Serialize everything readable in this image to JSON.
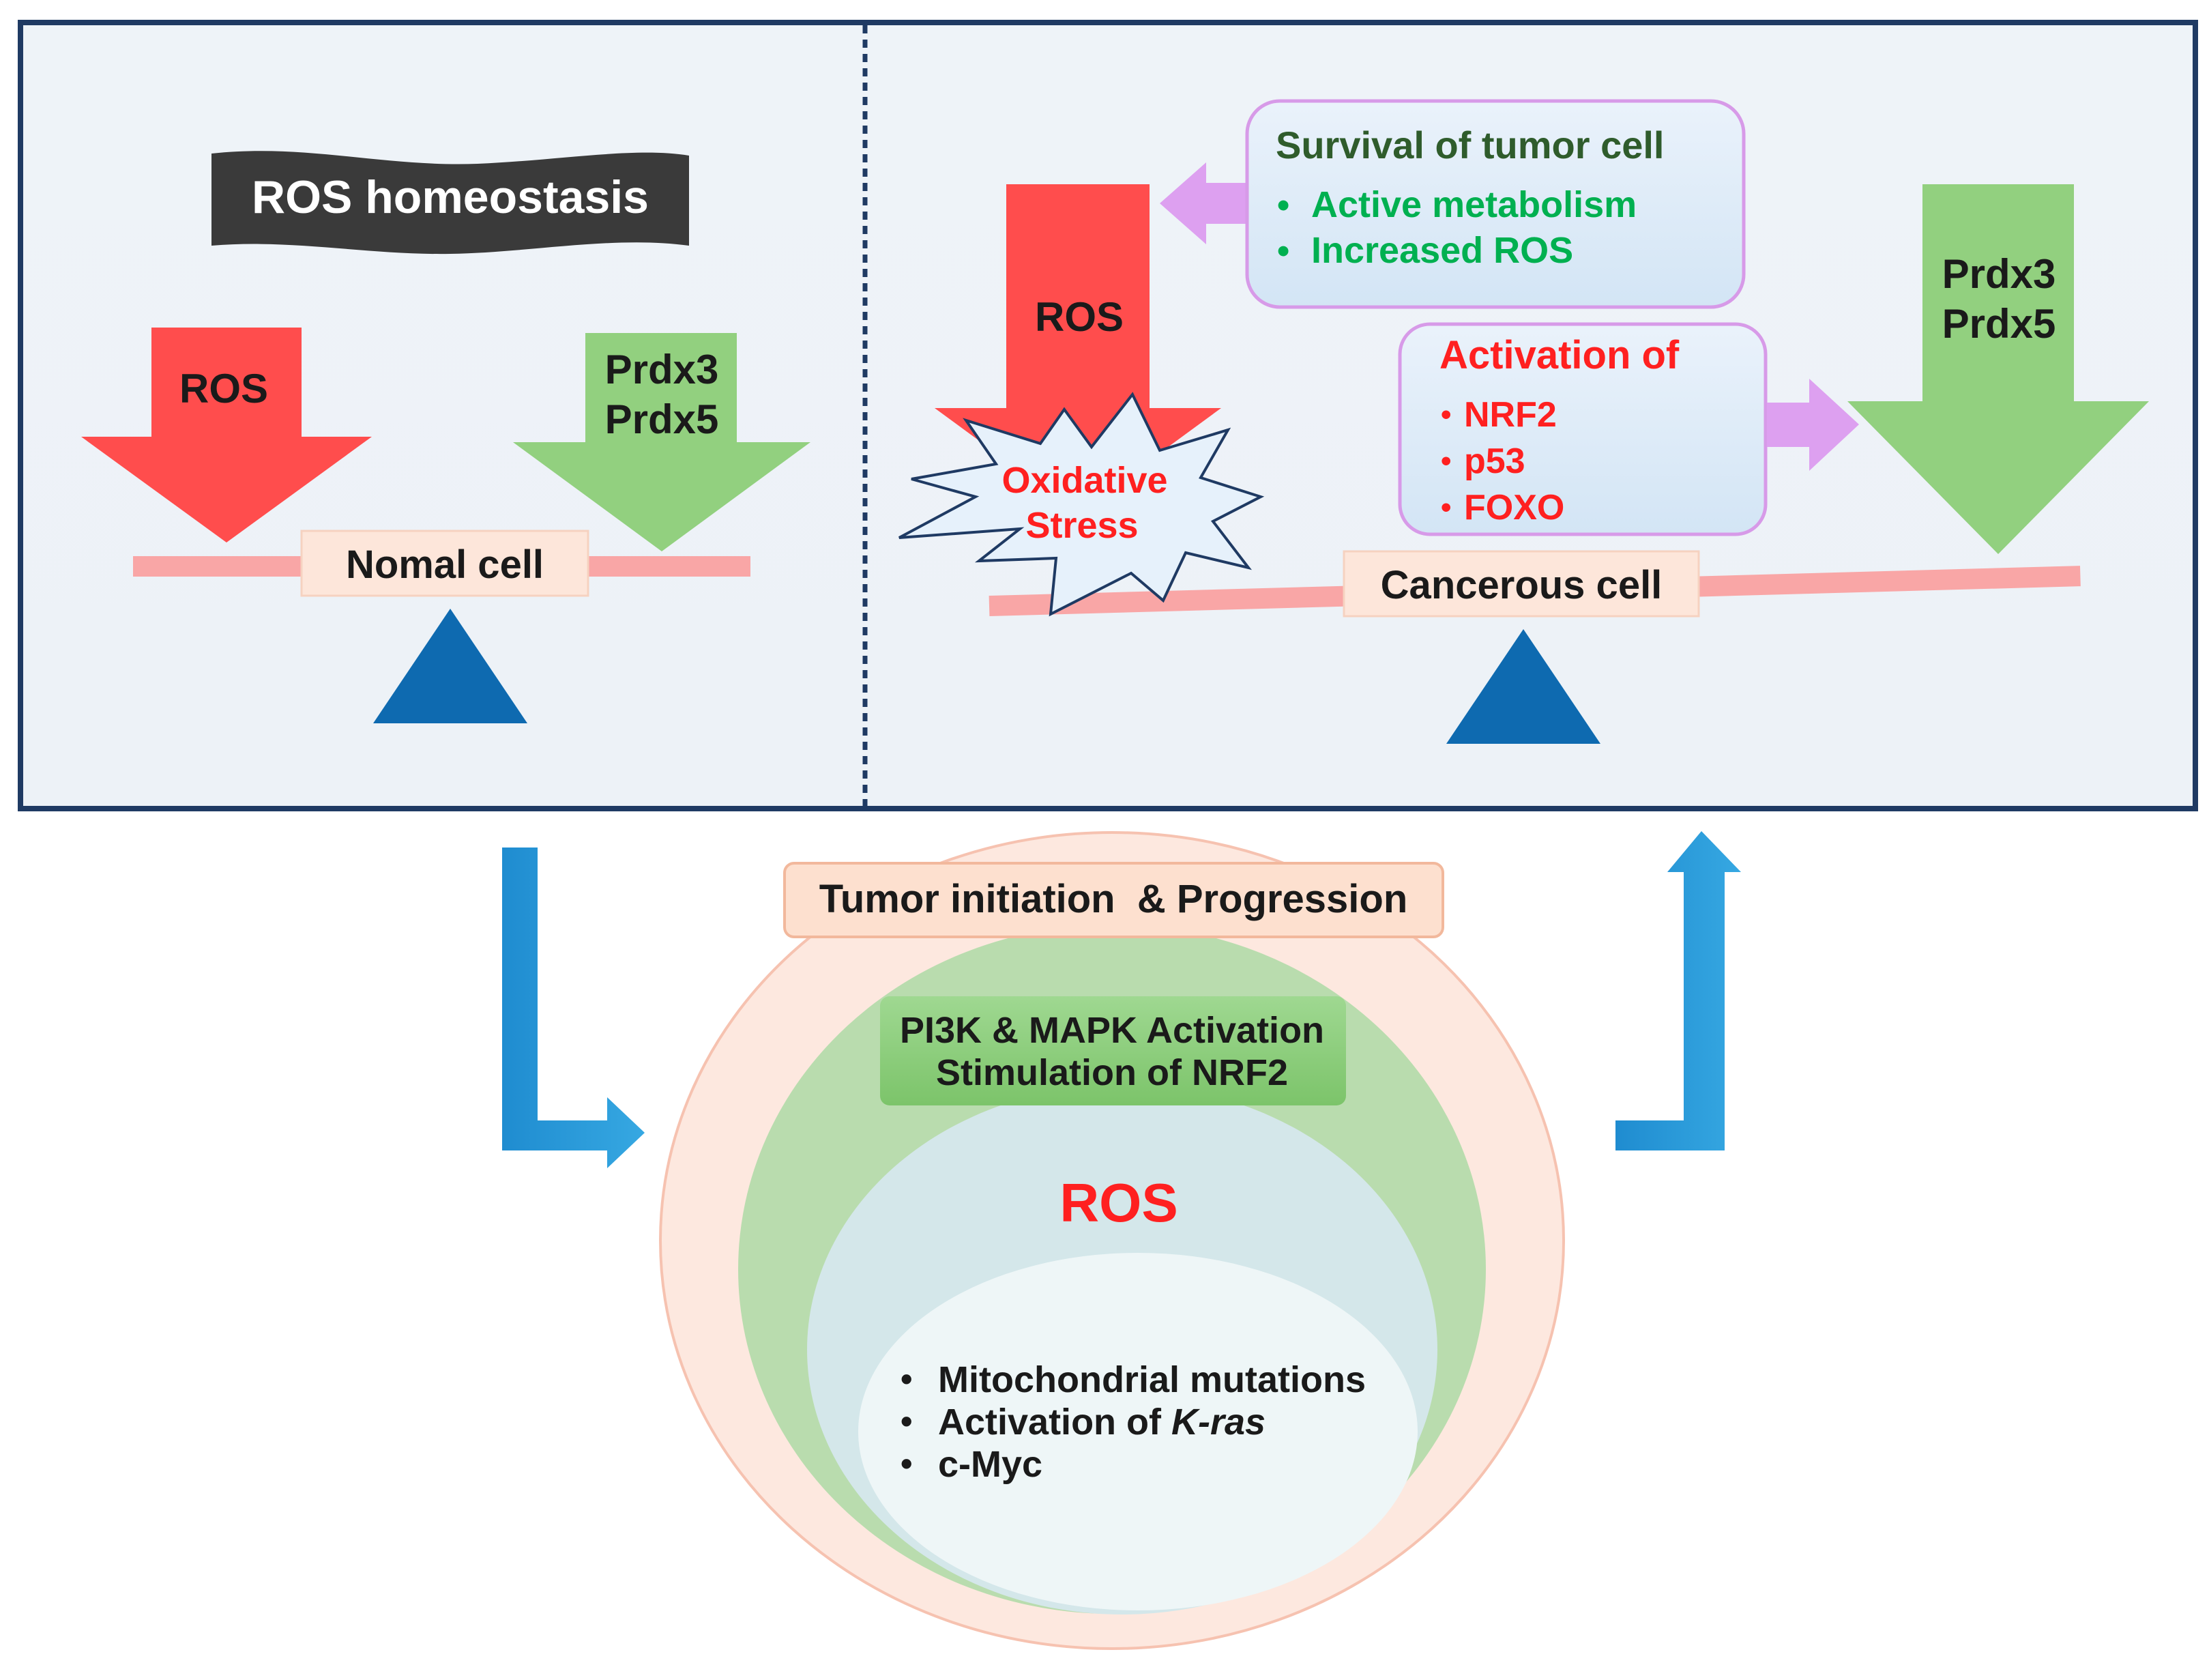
{
  "left_panel": {
    "banner": "ROS homeostasis",
    "ros_label": "ROS",
    "prdx_lines": [
      "Prdx3",
      "Prdx5"
    ],
    "cell_label": "Nomal cell"
  },
  "right_panel": {
    "ros_label": "ROS",
    "stress_lines": [
      "Oxidative",
      "Stress"
    ],
    "survival_title": "Survival of tumor cell",
    "survival_items": [
      "Active metabolism",
      "Increased ROS"
    ],
    "activation_title": "Activation of",
    "activation_items": [
      "NRF2",
      "p53",
      "FOXO"
    ],
    "prdx_lines": [
      "Prdx3",
      "Prdx5"
    ],
    "cell_label": "Cancerous cell"
  },
  "bottom": {
    "progression_label": "Tumor initiation  & Progression",
    "activation_lines": [
      "PI3K & MAPK Activation",
      "Stimulation of NRF2"
    ],
    "ros_label": "ROS",
    "causes": [
      {
        "prefix": "Mitochondrial mutations",
        "italic": ""
      },
      {
        "prefix": "Activation of ",
        "italic": "K-ras"
      },
      {
        "prefix": "c-Myc",
        "italic": ""
      }
    ]
  },
  "colors": {
    "panel_bg": "#eef3f8",
    "panel_border": "#1f3a63",
    "ros_red": "#ff4d4d",
    "prdx_green": "#92d07f",
    "beam_pink": "#f9a6a6",
    "fulcrum_blue": "#0e6ab0",
    "flow_arrow_blue": "#2395d3",
    "lilac_arrow": "#dda0f0",
    "green_text": "#00b050",
    "dark_green_text": "#2f5c2c",
    "red_text": "#ff2020"
  }
}
